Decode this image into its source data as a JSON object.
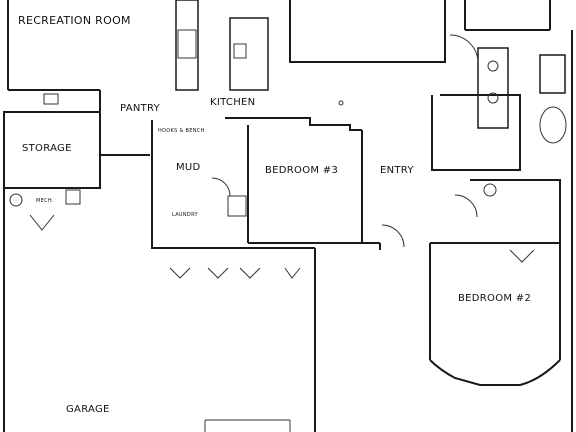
{
  "floor_plan": {
    "rooms": {
      "recreation_room": "RECREATION ROOM",
      "pantry": "PANTRY",
      "kitchen": "KITCHEN",
      "storage": "STORAGE",
      "mud": "MUD",
      "bedroom_3": "BEDROOM #3",
      "entry": "ENTRY",
      "laundry": "LAUNDRY",
      "mech": "MECH.",
      "bedroom_2": "BEDROOM #2",
      "garage": "GARAGE"
    },
    "fixtures": {
      "hooks_bench": "HOOKS & BENCH"
    },
    "colors": {
      "wall": "#1a1a1a",
      "line": "#333333",
      "background": "#ffffff"
    }
  }
}
